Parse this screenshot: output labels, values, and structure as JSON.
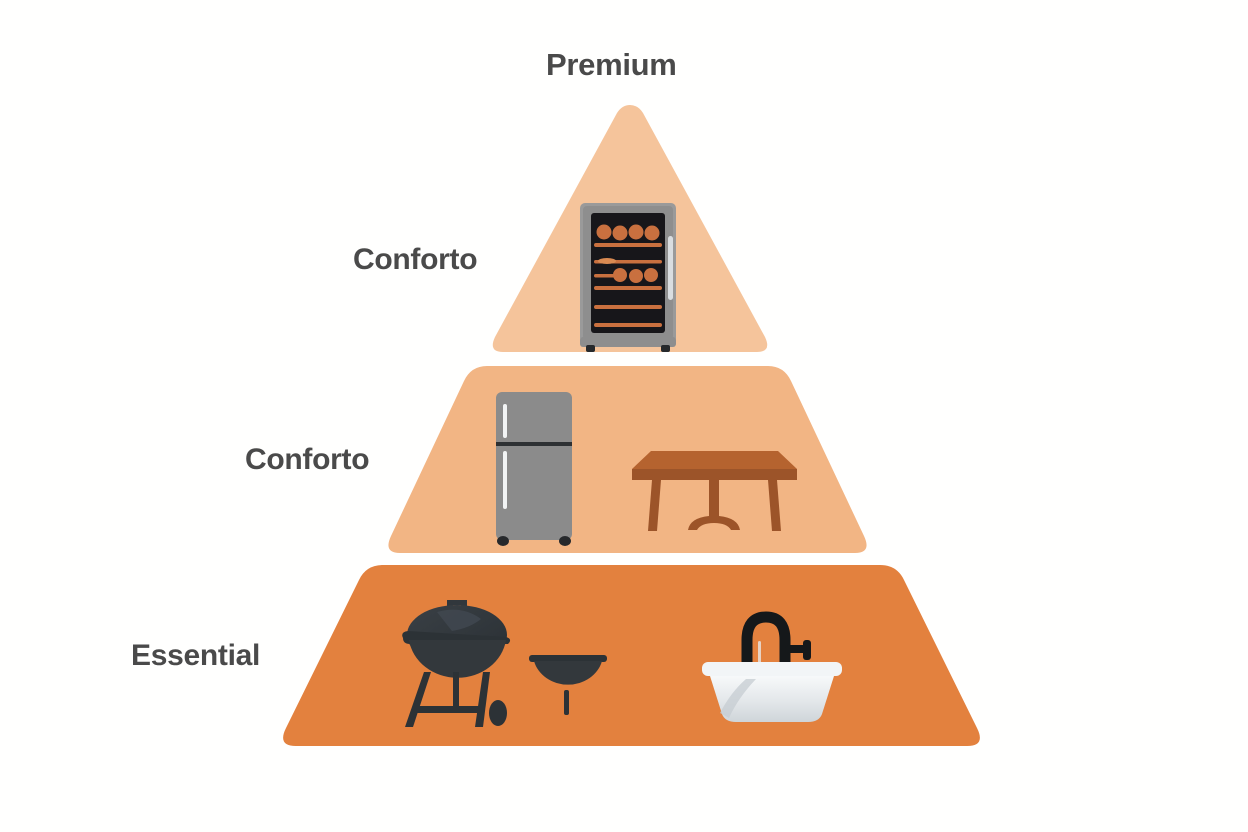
{
  "diagram": {
    "type": "pyramid",
    "title": "",
    "background_color": "#ffffff",
    "tiers": [
      {
        "id": "premium",
        "label": "Premium",
        "level": 1,
        "fill": "#F5C49B",
        "label_color": "#4a4a4a",
        "shape": "triangle",
        "icons": [
          "wine-cooler-icon"
        ]
      },
      {
        "id": "conforto-upper",
        "label": "Conforto",
        "level": 2,
        "fill": "#F5C49B",
        "label_color": "#4a4a4a",
        "shape": "triangle",
        "icons": [
          "wine-cooler-icon"
        ]
      },
      {
        "id": "conforto-middle",
        "label": "Conforto",
        "level": 3,
        "fill": "#F2B584",
        "label_color": "#4a4a4a",
        "shape": "trapezoid",
        "icons": [
          "refrigerator-icon",
          "dining-table-icon"
        ]
      },
      {
        "id": "essential",
        "label": "Essential",
        "level": 4,
        "fill": "#E3813E",
        "label_color": "#3a3a3a",
        "shape": "trapezoid",
        "icons": [
          "bbq-grill-icon",
          "wok-pan-icon",
          "sink-bathtub-icon"
        ]
      }
    ],
    "palette": {
      "tier_top": "#F5C49B",
      "tier_middle": "#F2B584",
      "tier_bottom": "#E3813E",
      "appliance_gray": "#8a8a8a",
      "appliance_dark": "#33383c",
      "wood_brown": "#9C5429",
      "wood_brown_light": "#B5632F",
      "sink_white": "#eef1f3",
      "wine_amber": "#C9703F"
    }
  }
}
